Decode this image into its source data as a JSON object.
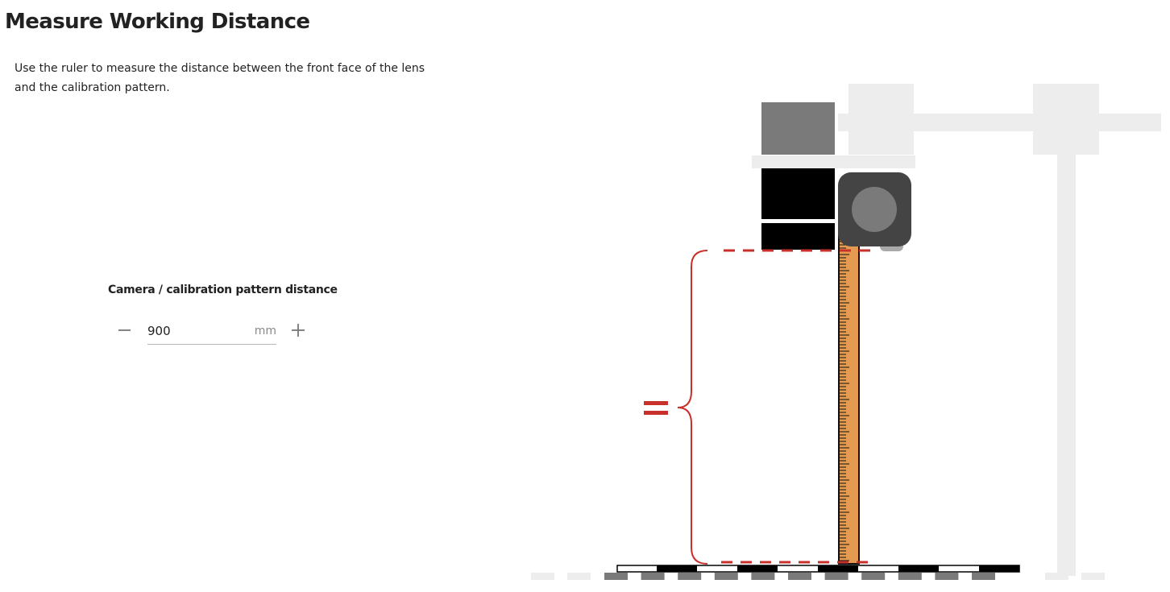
{
  "page": {
    "title": "Measure Working Distance",
    "instructions": [
      "Use the ruler to measure the distance between the front face of the lens",
      "and the calibration pattern."
    ]
  },
  "distance_field": {
    "label": "Camera / calibration pattern distance",
    "value": "900",
    "unit": "mm",
    "decrement_icon": "minus-icon",
    "increment_icon": "plus-icon"
  },
  "colors": {
    "accent_red": "#c8312b",
    "ruler_orange": "#e59a52",
    "camera_dark": "#444444",
    "mount_gray": "#ededed",
    "block_gray": "#7a7a7a"
  }
}
